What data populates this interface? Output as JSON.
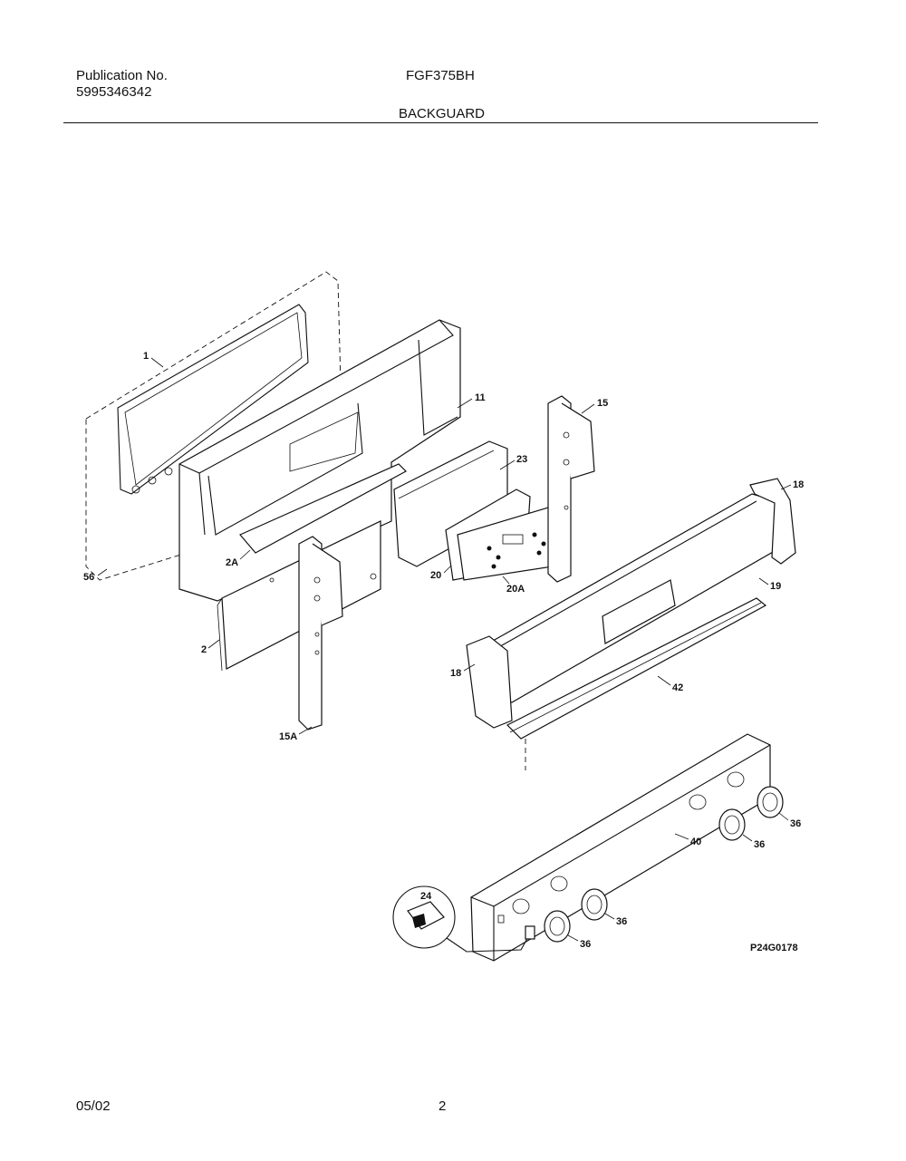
{
  "header": {
    "publication_label": "Publication No.",
    "publication_number": "5995346342",
    "model": "FGF375BH",
    "section_title": "BACKGUARD"
  },
  "footer": {
    "date": "05/02",
    "page": "2"
  },
  "diagram": {
    "figure_id": "P24G0178",
    "callouts": {
      "c1": "1",
      "c11": "11",
      "c15": "15",
      "c23": "23",
      "c18a": "18",
      "c2A": "2A",
      "c56": "56",
      "c20": "20",
      "c20A": "20A",
      "c19": "19",
      "c2": "2",
      "c18b": "18",
      "c42": "42",
      "c15A": "15A",
      "c36a": "36",
      "c40": "40",
      "c36b": "36",
      "c24": "24",
      "c36c": "36",
      "c36d": "36"
    }
  }
}
